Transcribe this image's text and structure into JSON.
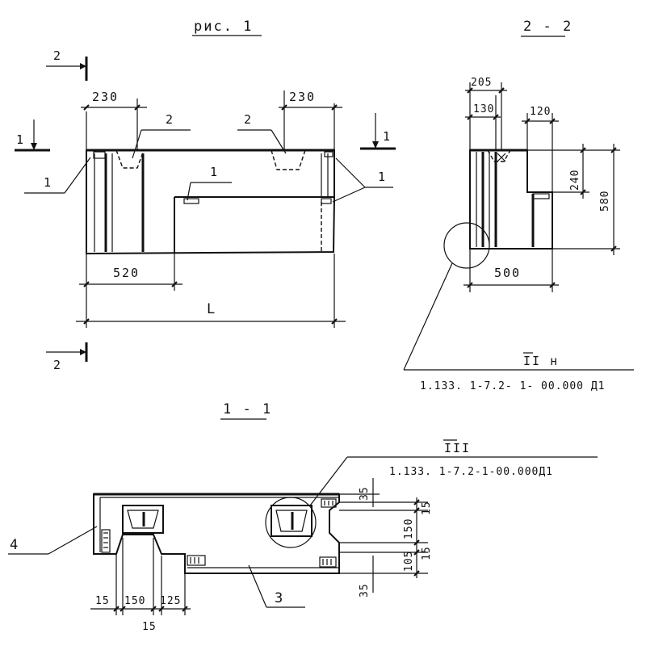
{
  "titles": {
    "fig": "рис. 1",
    "section_22": "2 - 2",
    "section_11": "1 - 1"
  },
  "plan": {
    "cut_mark_top": "2",
    "cut_mark_bottom": "2",
    "cut_mark_side": "1",
    "cut_mark_side_right": "1",
    "dim_top_left": "230",
    "dim_top_right": "230",
    "dim_bottom": "520",
    "dim_overall": "L",
    "callout_2_left": "2",
    "callout_2_right": "2",
    "callout_1_left": "1",
    "callout_1_mid": "1",
    "callout_1_right": "1"
  },
  "section_22": {
    "dim_205": "205",
    "dim_130": "130",
    "dim_120": "120",
    "dim_240": "240",
    "dim_580": "580",
    "dim_500": "500",
    "ref_mark": "II н",
    "ref_code": "1.133. 1-7.2- 1- 00.000 Д1"
  },
  "section_11": {
    "ref_mark": "III",
    "ref_code": "1.133. 1-7.2-1-00.000Д1",
    "dim_35_top": "35",
    "dim_15_a": "15",
    "dim_150_v": "150",
    "dim_15_b": "15",
    "dim_105": "105",
    "dim_35_bottom": "35",
    "dim_15_left": "15",
    "dim_150_h": "150",
    "dim_125": "125",
    "dim_15_under": "15",
    "callout_4": "4",
    "callout_3": "3"
  }
}
